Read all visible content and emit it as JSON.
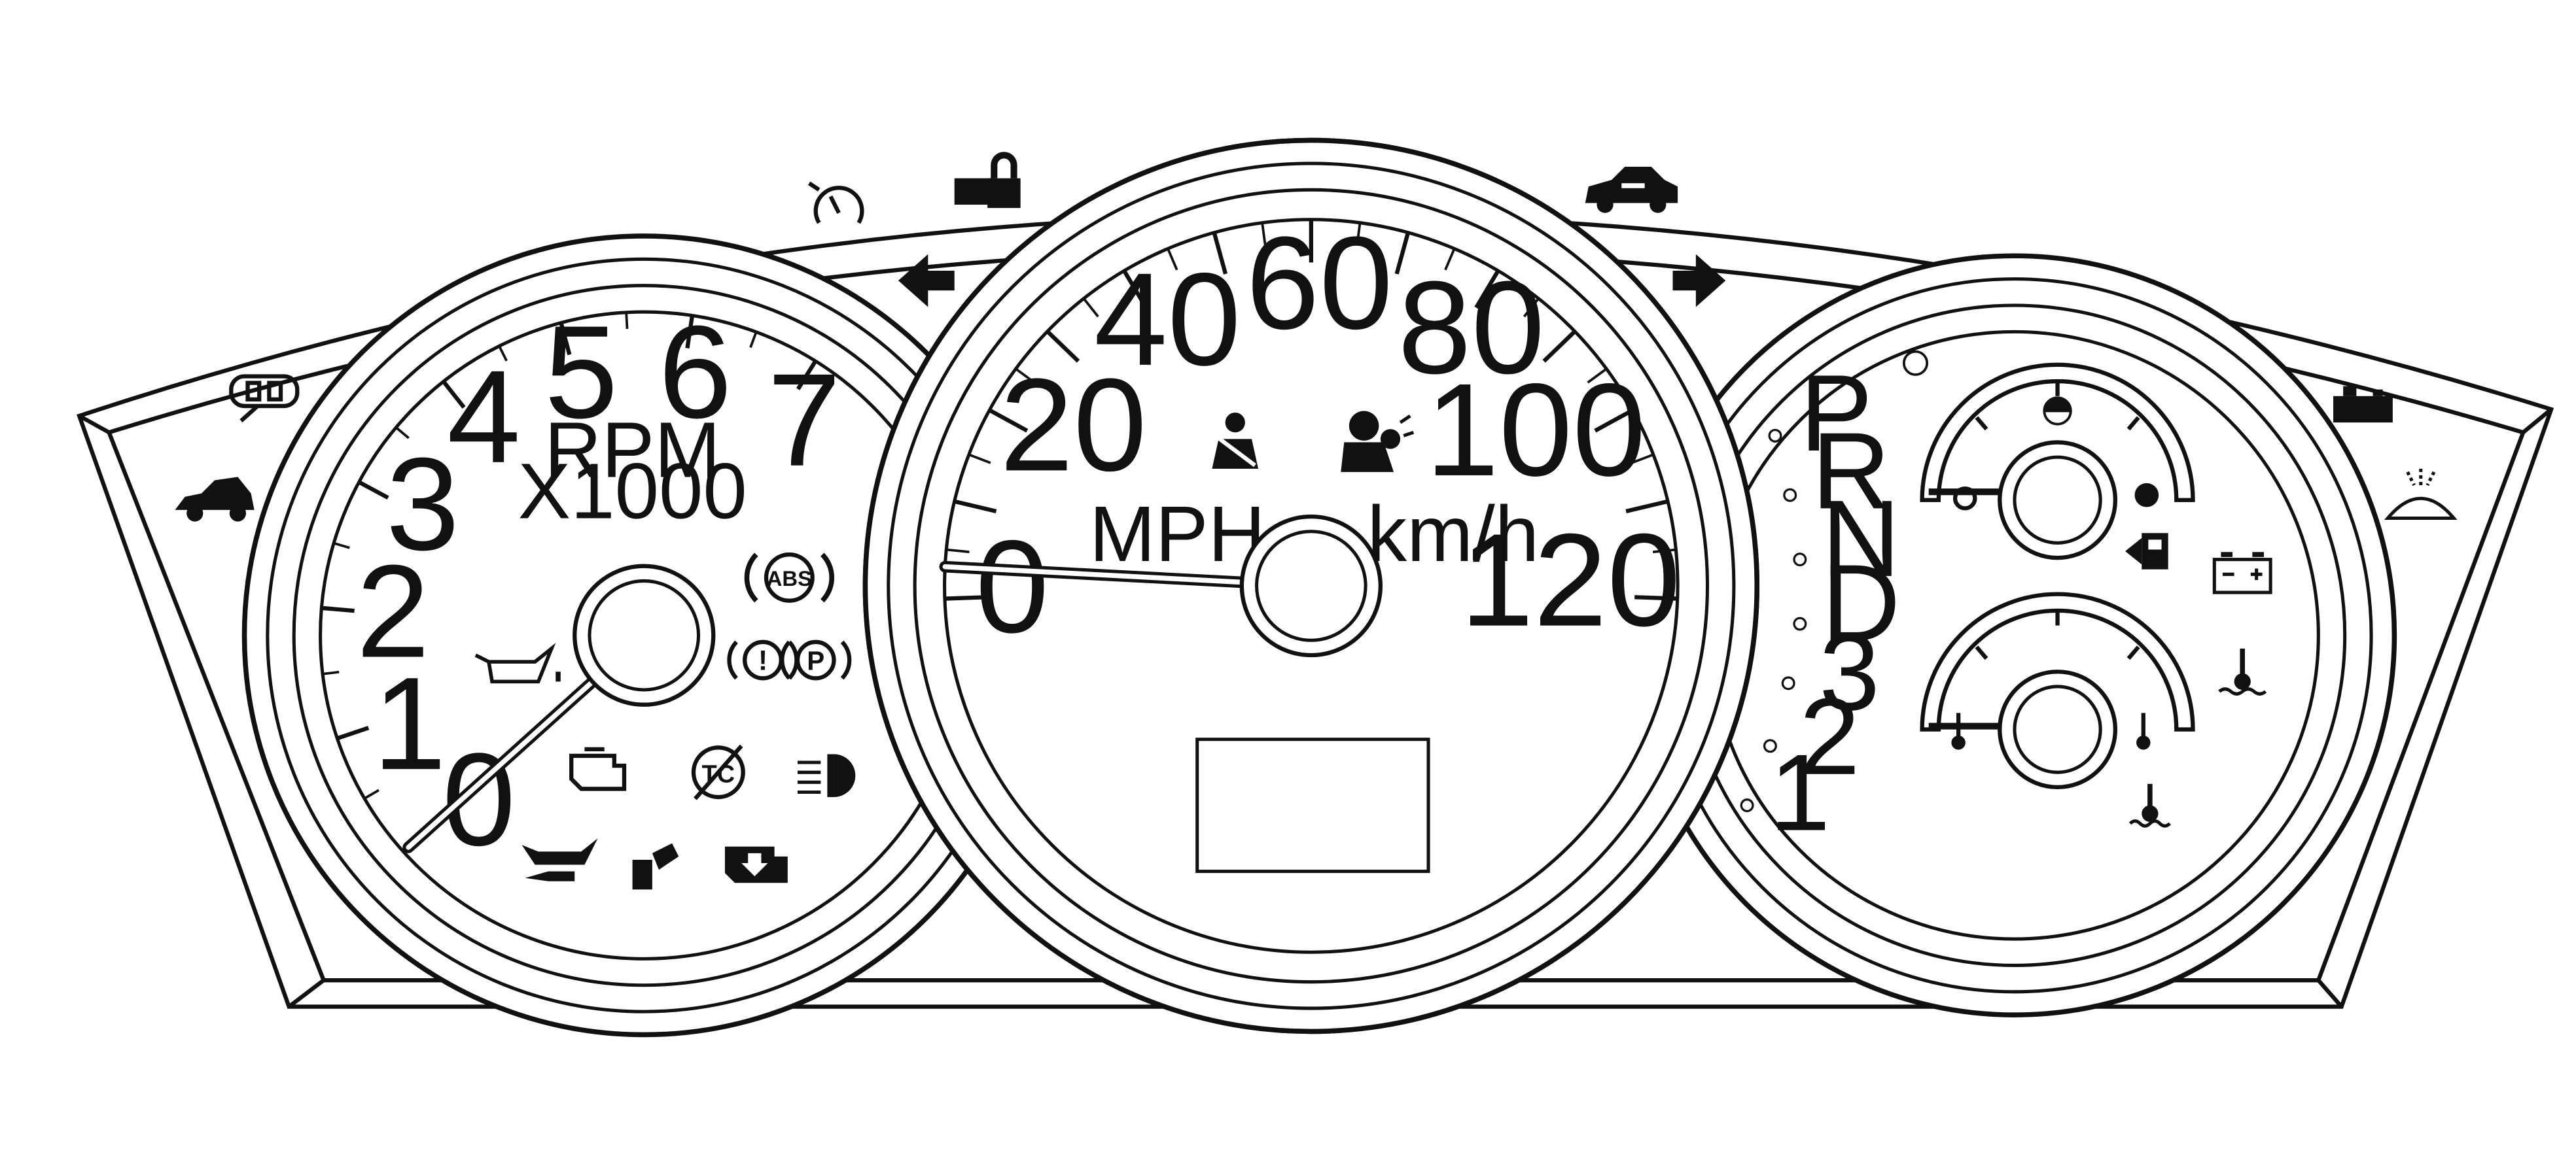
{
  "tachometer": {
    "numbers": [
      "0",
      "1",
      "2",
      "3",
      "4",
      "5",
      "6",
      "7"
    ],
    "unit_line1": "RPM",
    "unit_line2": "X1000",
    "needle_value": 0
  },
  "speedometer": {
    "numbers": [
      "0",
      "20",
      "40",
      "60",
      "80",
      "100",
      "120"
    ],
    "unit_left": "MPH",
    "unit_right": "km/h",
    "needle_value": 0
  },
  "gear_indicator": {
    "gears": [
      "P",
      "R",
      "N",
      "D",
      "3",
      "2",
      "1"
    ]
  },
  "warning_icons": [
    "door-ajar-icon",
    "hood-open-icon",
    "cruise-control-icon",
    "security-lock-icon",
    "left-turn-signal-icon",
    "right-turn-signal-icon",
    "service-vehicle-icon",
    "washer-fluid-icon",
    "coolant-level-icon",
    "seatbelt-icon",
    "airbag-icon",
    "abs-icon",
    "brake-warning-icon",
    "parking-brake-icon",
    "oil-pressure-icon",
    "check-engine-icon",
    "traction-control-off-icon",
    "high-beam-icon",
    "oil-change-icon",
    "fuel-cap-icon",
    "reduced-power-icon",
    "low-fuel-icon",
    "battery-icon",
    "coolant-temperature-icon"
  ],
  "colors": {
    "line": "#111111",
    "background": "#ffffff"
  }
}
